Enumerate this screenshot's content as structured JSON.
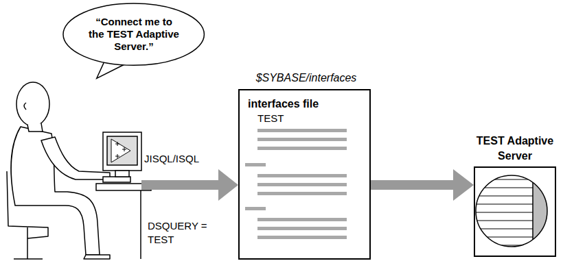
{
  "diagram": {
    "nodes": [
      {
        "text": [
          "“Connect me to the TEST Adaptive Server.”"
        ]
      },
      {
        "text": [
          "interfaces file",
          "TEST"
        ]
      },
      {
        "text": [
          "TEST Adaptive Server"
        ]
      }
    ],
    "edges": [
      {
        "from": 1,
        "to": 2,
        "arrow": "to"
      }
    ],
    "labels": [
      "$SYBASE/interfaces",
      "JISQL/ISQL",
      "DSQUERY = TEST"
    ]
  }
}
